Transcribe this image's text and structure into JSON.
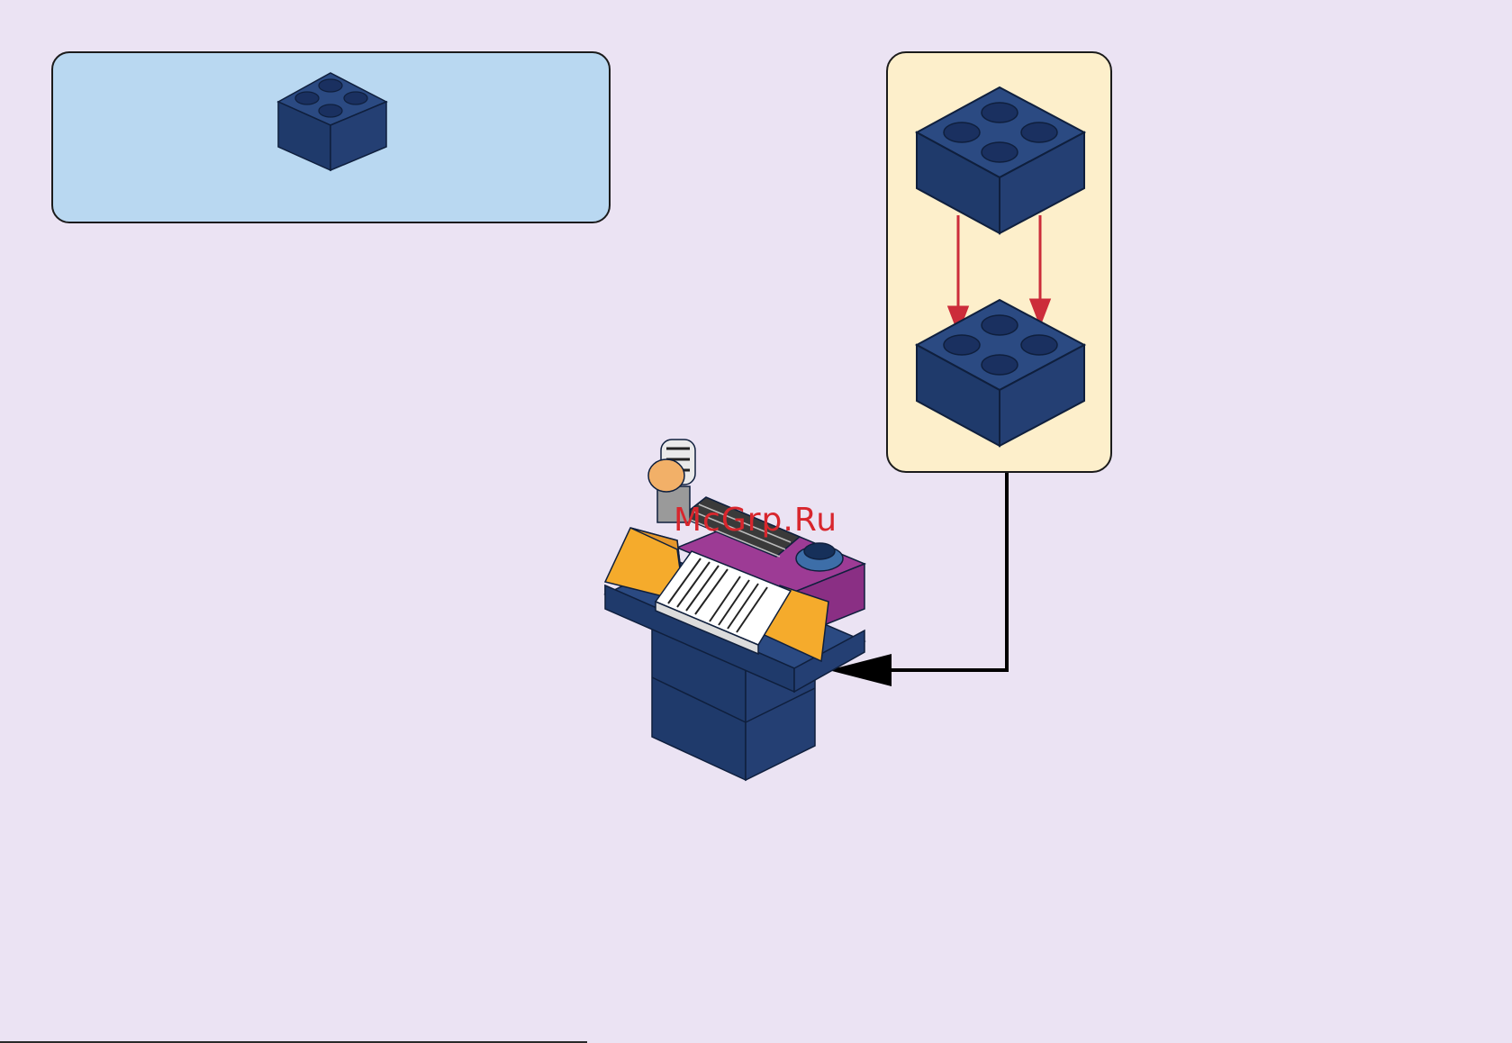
{
  "parts_list": {
    "items": [
      {
        "part": "brick-2x2",
        "color": "#1f3a6b",
        "quantity": ""
      }
    ]
  },
  "sub_assembly": {
    "steps": [
      "brick-2x2",
      "brick-2x2"
    ],
    "arrow_color": "#cc2c3a"
  },
  "model": {
    "name": "keyboard-stand",
    "colors": {
      "dark_blue": "#1f3a6b",
      "bright_orange": "#f5ab2c",
      "magenta": "#9d3b95",
      "white": "#ffffff"
    }
  },
  "callout_arrow": {
    "color": "#000000"
  },
  "watermark": {
    "text": "McGrp.Ru"
  }
}
